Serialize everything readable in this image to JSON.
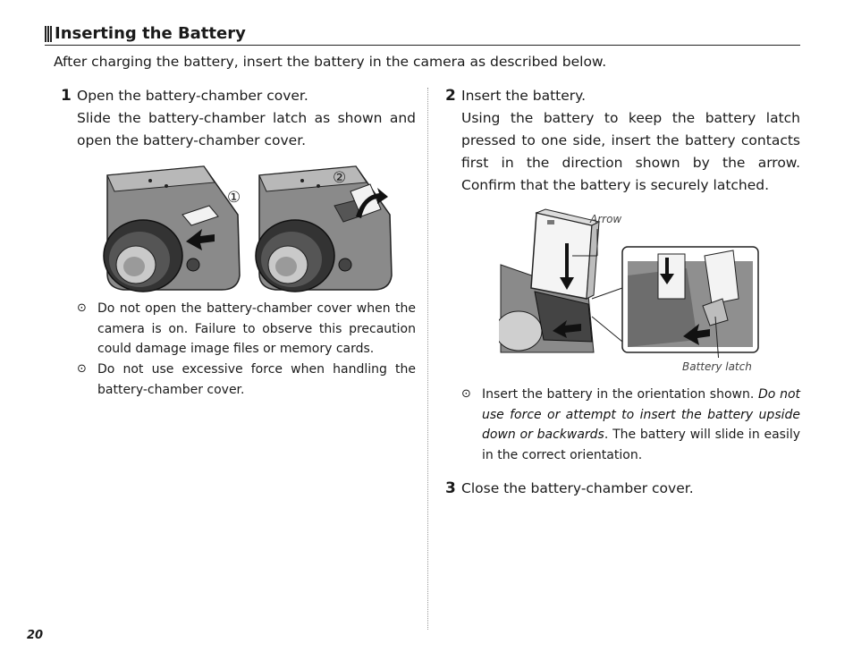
{
  "header": {
    "title": "Inserting the Battery"
  },
  "intro": "After charging the battery, insert the battery in the camera as described below.",
  "step1": {
    "number": "1",
    "title": "Open the battery-chamber cover.",
    "body": "Slide the battery-chamber latch as shown and open the battery-chamber cover.",
    "callout_1": "①",
    "callout_2": "②",
    "notes": [
      "Do not open the battery-chamber cover when the camera is on. Failure to observe this precaution could damage image files or memory cards.",
      "Do not use excessive force when handling the battery-chamber cover."
    ]
  },
  "step2": {
    "number": "2",
    "title": "Insert the battery.",
    "body": "Using the battery to keep the battery latch pressed to one side, insert the battery contacts first in the direction shown by the arrow. Confirm that the battery is securely latched.",
    "caption_arrow": "Arrow",
    "caption_latch": "Battery latch",
    "note_plain_1": "Insert the battery in the orientation shown.",
    "note_italic": "Do not use force or attempt to insert the battery upside down or backwards",
    "note_plain_2": ". The battery will slide in easily in the correct orientation."
  },
  "step3": {
    "number": "3",
    "title": "Close the battery-chamber cover."
  },
  "note_icon_glyph": "⊙",
  "page_number": "20"
}
